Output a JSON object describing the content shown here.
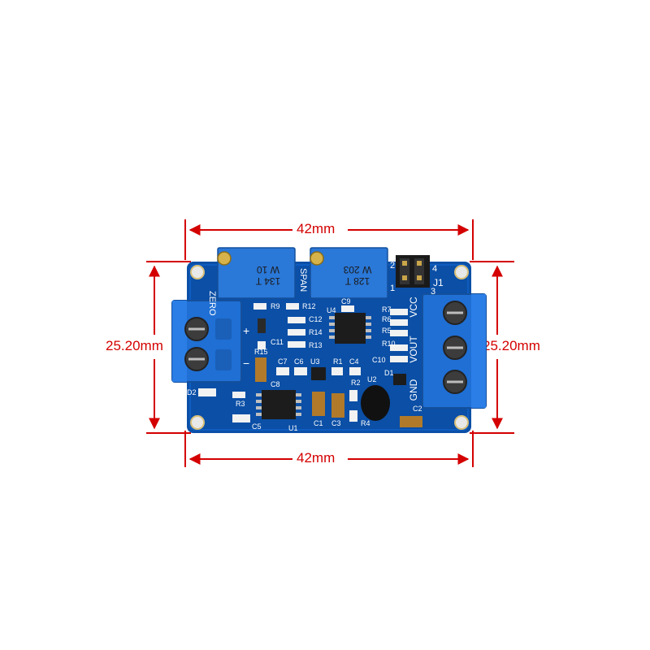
{
  "dimensions": {
    "top_width": "42mm",
    "bottom_width": "42mm",
    "left_height": "25.20mm",
    "right_height": "25.20mm"
  },
  "colors": {
    "pcb": "#0b4fa6",
    "terminal_block": "#1f6fd4",
    "dimension_lines": "#d40000"
  },
  "board": {
    "pots": [
      {
        "zone": "ZERO",
        "text_line1": "W 10",
        "text_line2": "134 T"
      },
      {
        "zone": "SPAN",
        "text_line1": "W 203",
        "text_line2": "128 T"
      }
    ],
    "jumper": {
      "name": "J1",
      "pin1": "1",
      "pin2": "2",
      "pin3": "3",
      "pin4": "4"
    },
    "input_marks": {
      "plus": "+",
      "minus": "−"
    },
    "output_pins": [
      "VCC",
      "VOUT",
      "GND"
    ],
    "chips": {
      "u1": "U1",
      "u2": "U2",
      "u3": "U3",
      "u4": "U4"
    },
    "designators": [
      "R9",
      "R12",
      "C9",
      "R15",
      "C11",
      "C12",
      "R14",
      "R13",
      "C7",
      "C6",
      "C8",
      "R1",
      "C4",
      "R10",
      "R5",
      "R6",
      "R7",
      "C10",
      "D1",
      "R2",
      "R3",
      "C5",
      "C1",
      "C3",
      "R4",
      "D2",
      "C2"
    ]
  }
}
